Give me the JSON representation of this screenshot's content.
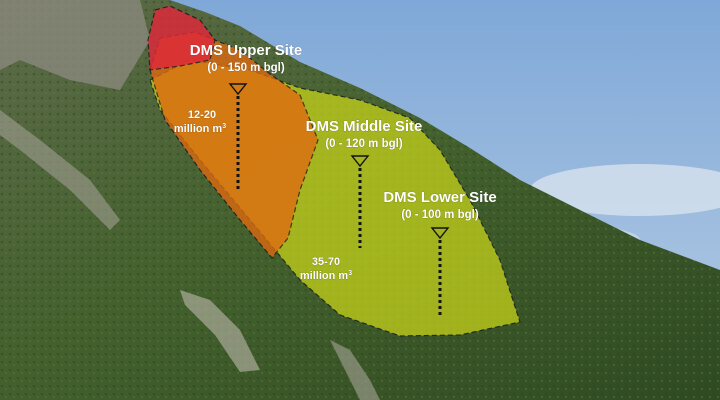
{
  "sites": {
    "upper": {
      "name": "DMS Upper Site",
      "depth": "(0 - 150 m bgl)",
      "color": "#e0283a"
    },
    "middle": {
      "name": "DMS Middle Site",
      "depth": "(0 - 120 m bgl)",
      "color": "#e06a10"
    },
    "lower": {
      "name": "DMS Lower Site",
      "depth": "(0 - 100 m bgl)",
      "color": "#c9d61a"
    }
  },
  "volumes": {
    "small": {
      "range": "12-20",
      "unit": "million m",
      "exp": "3"
    },
    "large": {
      "range": "35-70",
      "unit": "million m",
      "exp": "3"
    }
  },
  "colors": {
    "sky": "#8fb3dc",
    "mountain_dark": "#3e5a2c",
    "rock": "#8d8b80"
  }
}
